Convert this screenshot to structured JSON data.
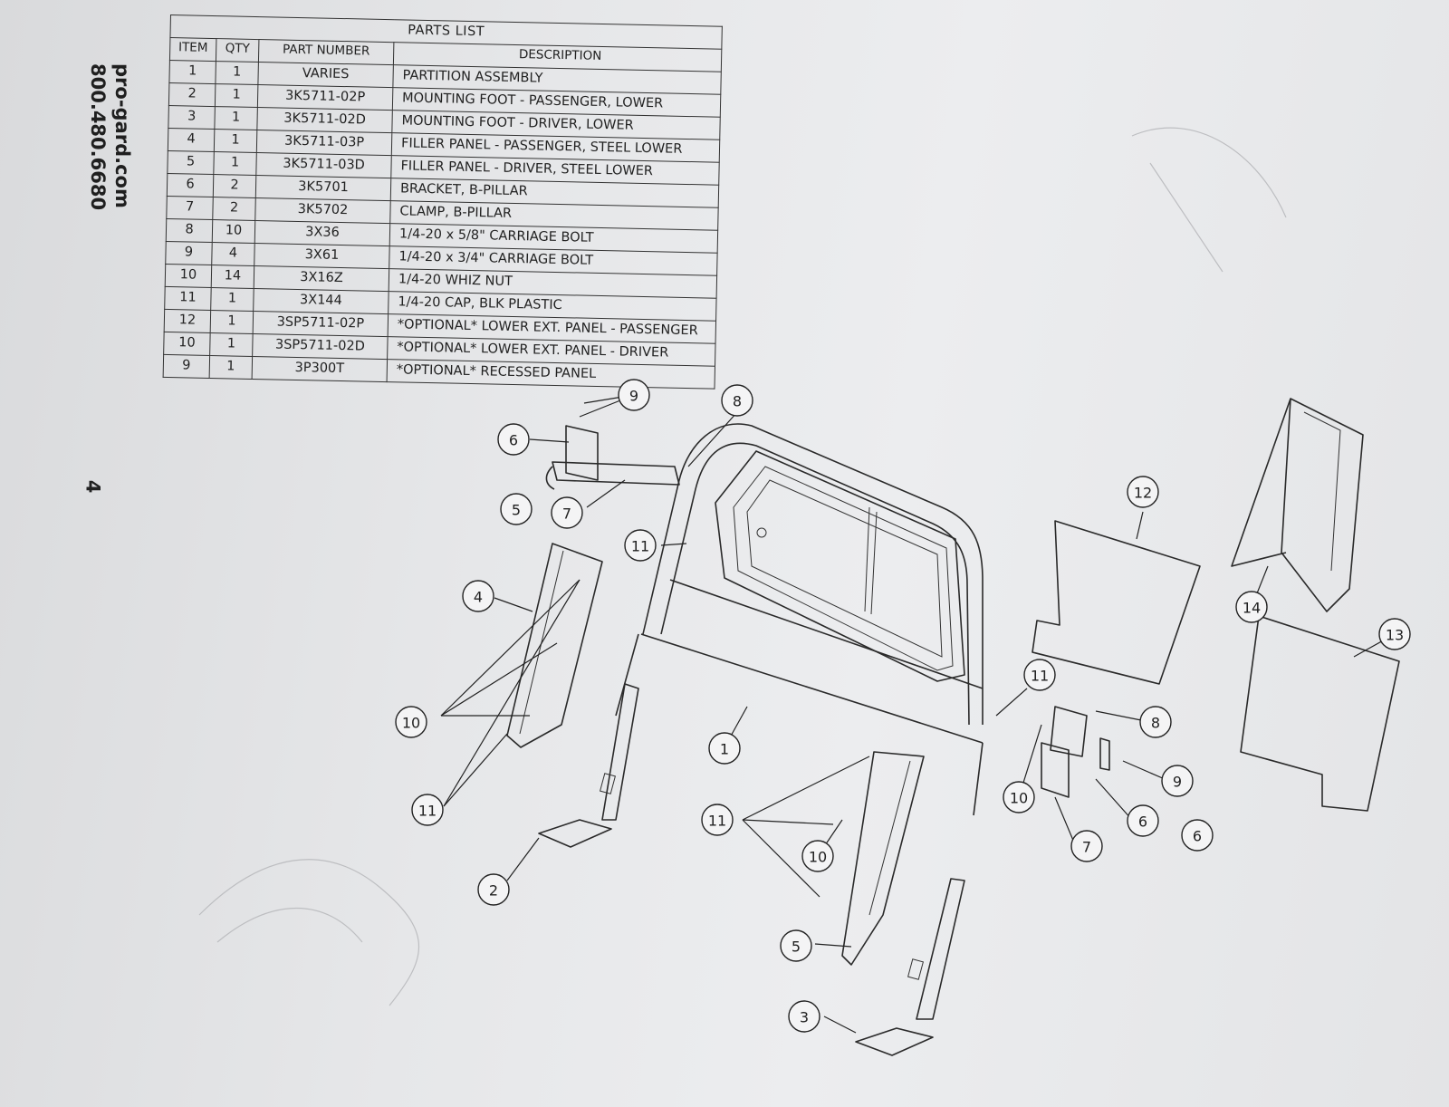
{
  "contact": {
    "website": "pro-gard.com",
    "phone": "800.480.6680"
  },
  "page_number": "4",
  "parts_list": {
    "title": "PARTS LIST",
    "headers": {
      "item": "ITEM",
      "qty": "QTY",
      "part_number": "PART NUMBER",
      "description": "DESCRIPTION"
    },
    "rows": [
      {
        "item": "1",
        "qty": "1",
        "part": "VARIES",
        "desc": "PARTITION ASSEMBLY"
      },
      {
        "item": "2",
        "qty": "1",
        "part": "3K5711-02P",
        "desc": "MOUNTING FOOT - PASSENGER, LOWER"
      },
      {
        "item": "3",
        "qty": "1",
        "part": "3K5711-02D",
        "desc": "MOUNTING FOOT - DRIVER, LOWER"
      },
      {
        "item": "4",
        "qty": "1",
        "part": "3K5711-03P",
        "desc": "FILLER PANEL - PASSENGER, STEEL LOWER"
      },
      {
        "item": "5",
        "qty": "1",
        "part": "3K5711-03D",
        "desc": "FILLER PANEL - DRIVER, STEEL LOWER"
      },
      {
        "item": "6",
        "qty": "2",
        "part": "3K5701",
        "desc": "BRACKET, B-PILLAR"
      },
      {
        "item": "7",
        "qty": "2",
        "part": "3K5702",
        "desc": "CLAMP, B-PILLAR"
      },
      {
        "item": "8",
        "qty": "10",
        "part": "3X36",
        "desc": "1/4-20 x 5/8\" CARRIAGE BOLT"
      },
      {
        "item": "9",
        "qty": "4",
        "part": "3X61",
        "desc": "1/4-20 x 3/4\" CARRIAGE BOLT"
      },
      {
        "item": "10",
        "qty": "14",
        "part": "3X16Z",
        "desc": "1/4-20 WHIZ NUT"
      },
      {
        "item": "11",
        "qty": "1",
        "part": "3X144",
        "desc": "1/4-20 CAP, BLK PLASTIC"
      },
      {
        "item": "12",
        "qty": "1",
        "part": "3SP5711-02P",
        "desc": "*OPTIONAL*  LOWER EXT. PANEL - PASSENGER"
      },
      {
        "item": "10",
        "qty": "1",
        "part": "3SP5711-02D",
        "desc": "*OPTIONAL* LOWER EXT. PANEL - DRIVER"
      },
      {
        "item": "9",
        "qty": "1",
        "part": "3P300T",
        "desc": "*OPTIONAL* RECESSED PANEL"
      }
    ]
  },
  "callouts": [
    "9",
    "8",
    "6",
    "5",
    "7",
    "11",
    "4",
    "12",
    "14",
    "13",
    "10",
    "11",
    "1",
    "11",
    "8",
    "9",
    "10",
    "6",
    "6",
    "7",
    "11",
    "10",
    "2",
    "5",
    "3"
  ]
}
